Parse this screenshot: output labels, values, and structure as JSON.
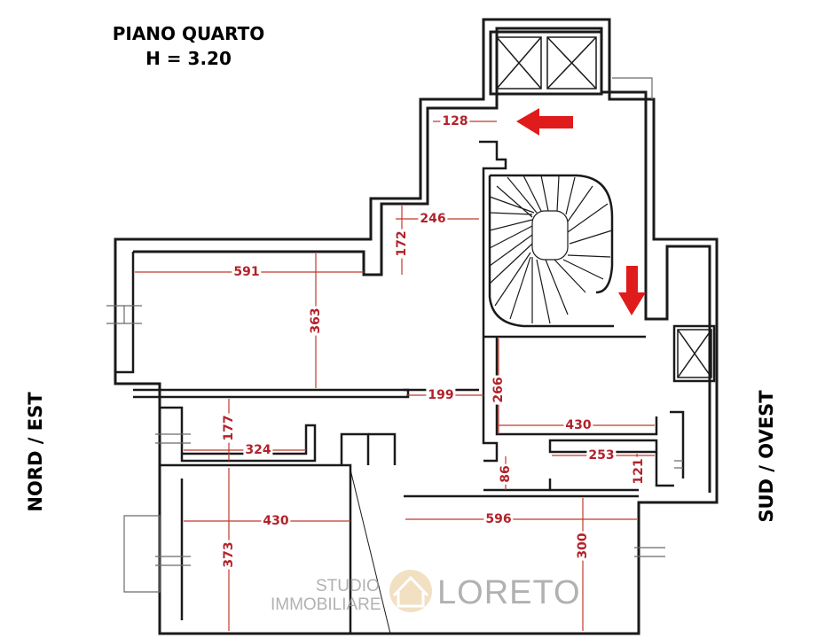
{
  "header": {
    "floor_label": "PIANO QUARTO",
    "height_label": "H = 3.20"
  },
  "orientation": {
    "left_label": "NORD / EST",
    "right_label": "SUD / OVEST"
  },
  "dimensions": {
    "d128": "128",
    "d246": "246",
    "d172": "172",
    "d591": "591",
    "d363": "363",
    "d199": "199",
    "d266": "266",
    "d430_right": "430",
    "d177": "177",
    "d324": "324",
    "d253": "253",
    "d86": "86",
    "d121": "121",
    "d430_left": "430",
    "d596": "596",
    "d373": "373",
    "d300": "300"
  },
  "watermark": {
    "line1": "STUDIO",
    "line2": "IMMOBILIARE",
    "brand": "LORETO"
  },
  "colors": {
    "wall": "#1a1a1a",
    "dimension": "#b2222a",
    "arrow": "#e01b1b",
    "watermark": "#9e9e9e"
  },
  "icons": {
    "arrow": "arrow-icon",
    "elevator": "elevator-icon",
    "house": "house-logo-icon"
  }
}
